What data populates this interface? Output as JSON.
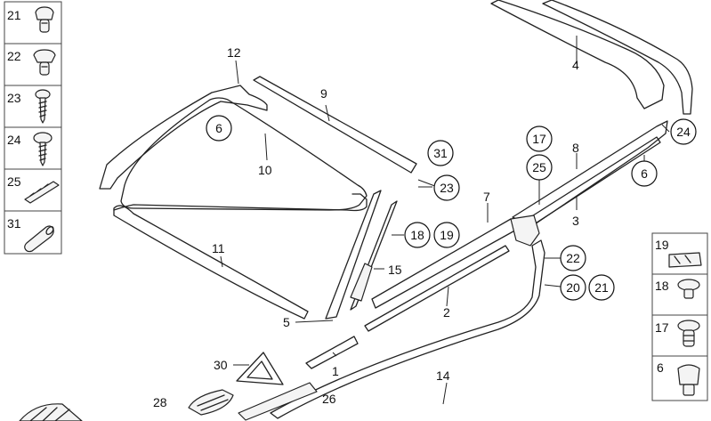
{
  "left_column": [
    {
      "num": "21",
      "icon": "clip-icon"
    },
    {
      "num": "22",
      "icon": "clip-icon"
    },
    {
      "num": "23",
      "icon": "screw-icon"
    },
    {
      "num": "24",
      "icon": "screw-icon"
    },
    {
      "num": "25",
      "icon": "strip-icon"
    },
    {
      "num": "31",
      "icon": "sleeve-icon"
    }
  ],
  "right_column": [
    {
      "num": "19",
      "icon": "clip-icon"
    },
    {
      "num": "18",
      "icon": "rivet-icon"
    },
    {
      "num": "17",
      "icon": "rivet-icon"
    },
    {
      "num": "6",
      "icon": "clip-icon"
    }
  ],
  "labels": {
    "l1": "1",
    "l2": "2",
    "l3": "3",
    "l4": "4",
    "l5": "5",
    "l7": "7",
    "l8": "8",
    "l9": "9",
    "l10": "10",
    "l11": "11",
    "l12": "12",
    "l14": "14",
    "l15": "15",
    "l26": "26",
    "l28": "28",
    "l30": "30"
  },
  "circles": {
    "c6a": "6",
    "c31": "31",
    "c23": "23",
    "c18": "18",
    "c19": "19",
    "c17": "17",
    "c25": "25",
    "c6b": "6",
    "c24": "24",
    "c22": "22",
    "c20": "20",
    "c21": "21"
  }
}
